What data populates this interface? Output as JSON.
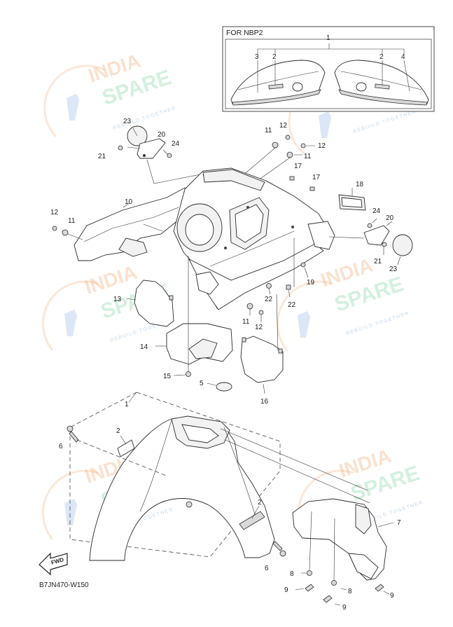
{
  "inset": {
    "title": "FOR NBP2"
  },
  "diagram_code": "B7JN470-W150",
  "fwd_label": "FWD",
  "watermark": {
    "line1": "INDIA",
    "line2": "SPARE",
    "line3": "REBUILD TOGETHER"
  },
  "callouts": {
    "c1a": "1",
    "c3": "3",
    "c2a": "2",
    "c2b": "2",
    "c4": "4",
    "c23a": "23",
    "c20a": "20",
    "c24a": "24",
    "c21a": "21",
    "c11a": "11",
    "c12a": "12",
    "c12b": "12",
    "c11b": "11",
    "c17a": "17",
    "c17b": "17",
    "c10": "10",
    "c12c": "12",
    "c11c": "11",
    "c18": "18",
    "c24b": "24",
    "c20b": "20",
    "c21b": "21",
    "c23b": "23",
    "c19": "19",
    "c22a": "22",
    "c22b": "22",
    "c13": "13",
    "c11d": "11",
    "c12d": "12",
    "c14": "14",
    "c15": "15",
    "c5": "5",
    "c16": "16",
    "c1b": "1",
    "c2c": "2",
    "c6a": "6",
    "c2d": "2",
    "c7": "7",
    "c6b": "6",
    "c8a": "8",
    "c8b": "8",
    "c9a": "9",
    "c9b": "9",
    "c9c": "9"
  }
}
